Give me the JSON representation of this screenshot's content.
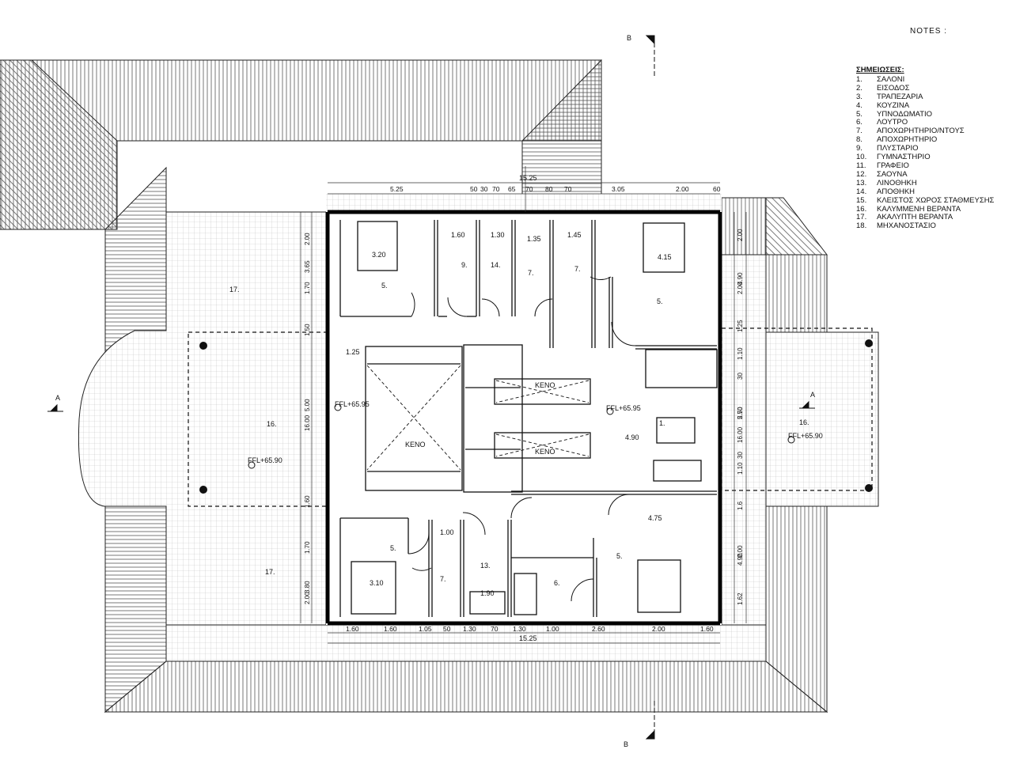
{
  "notes_header": "NOTES :",
  "legend": {
    "title": "ΣΗΜΕΙΩΣΕΙΣ:",
    "items": [
      {
        "num": "1.",
        "label": "ΣΑΛΟΝΙ"
      },
      {
        "num": "2.",
        "label": "ΕΙΣΟΔΟΣ"
      },
      {
        "num": "3.",
        "label": "ΤΡΑΠΕΖΑΡΙΑ"
      },
      {
        "num": "4.",
        "label": "ΚΟΥΖΙΝΑ"
      },
      {
        "num": "5.",
        "label": "ΥΠΝΟΔΩΜΑΤΙΟ"
      },
      {
        "num": "6.",
        "label": "ΛΟΥΤΡΟ"
      },
      {
        "num": "7.",
        "label": "ΑΠΟΧΩΡΗΤΗΡΙΟ/ΝΤΟΥΣ"
      },
      {
        "num": "8.",
        "label": "ΑΠΟΧΩΡΗΤΗΡΙΟ"
      },
      {
        "num": "9.",
        "label": "ΠΛΥΣΤΑΡΙΟ"
      },
      {
        "num": "10.",
        "label": "ΓΥΜΝΑΣΤΗΡΙΟ"
      },
      {
        "num": "11.",
        "label": "ΓΡΑΦΕΙΟ"
      },
      {
        "num": "12.",
        "label": "ΣΑΟΥΝΑ"
      },
      {
        "num": "13.",
        "label": "ΛΙΝΟΘΗΚΗ"
      },
      {
        "num": "14.",
        "label": "ΑΠΟΘΗΚΗ"
      },
      {
        "num": "15.",
        "label": "ΚΛΕΙΣΤΟΣ ΧΩΡΟΣ ΣΤΑΘΜΕΥΣΗΣ"
      },
      {
        "num": "16.",
        "label": "ΚΑΛΥΜΜΕΝΗ ΒΕΡΑΝΤΑ"
      },
      {
        "num": "17.",
        "label": "ΑΚΑΛΥΠΤΗ ΒΕΡΑΝΤΑ"
      },
      {
        "num": "18.",
        "label": "ΜΗΧΑΝΟΣΤΑΣΙΟ"
      }
    ]
  },
  "section_marks": {
    "b_top": "B",
    "b_bottom": "B",
    "a_left": "A",
    "a_right": "A"
  },
  "rooms": {
    "bed_nw_num": "5.",
    "bed_nw_dim": "3.20",
    "laundry_num": "9.",
    "laundry_dim": "1.60",
    "storage_num": "14.",
    "storage_dim": "1.30",
    "wc_a_num": "7.",
    "wc_a_dim": "1.35",
    "wc_b_num": "7.",
    "wc_b_dim": "1.45",
    "bed_ne_num": "5.",
    "bed_ne_dim": "4.15",
    "living_num": "1.",
    "living_dim": "4.90",
    "void_left": "ΚΕΝΟ",
    "void_stair_top": "ΚΕΝΟ",
    "void_stair_bottom": "ΚΕΝΟ",
    "bed_sw_num": "5.",
    "bed_sw_dim": "3.10",
    "wc_c_num": "7.",
    "wc_c_dim": "1.00",
    "linen_num": "13.",
    "linen_dim": "1.90",
    "bath_num": "6.",
    "bed_se_num": "5.",
    "bed_se_dim": "4.75",
    "veranda_w_num": "17.",
    "veranda_sw_num": "17.",
    "covered_w_num": "16.",
    "covered_e_num": "16.",
    "corridor_dim": "1.25"
  },
  "levels": {
    "w_room": "FFL+65.95",
    "center": "FFL+65.95",
    "w_terrace": "FFL+65.90",
    "e_terrace": "FFL+65.90"
  },
  "dims_top": {
    "total": "15.25",
    "segments": [
      "5.25",
      "50",
      "30",
      "70",
      "65",
      "70",
      "80",
      "70",
      "3.05",
      "2.00",
      "60"
    ]
  },
  "dims_bottom": {
    "total": "15.25",
    "segments": [
      "1.60",
      "1.60",
      "1.05",
      "50",
      "1.30",
      "70",
      "1.30",
      "1.00",
      "2.60",
      "2.00",
      "1.60"
    ]
  },
  "dims_left": [
    "2.00",
    "3.65",
    "1.70",
    "1.50",
    "5.00",
    "16.00",
    "1.60",
    "1.70",
    "3.80",
    "2.00"
  ],
  "dims_right": [
    "2.00",
    "4.90",
    "2.00",
    "1.25",
    "1.10",
    "30",
    "2.70",
    "5.50",
    "16.00",
    "30",
    "1.10",
    "1.6",
    "2.00",
    "4.90",
    "1.62"
  ]
}
